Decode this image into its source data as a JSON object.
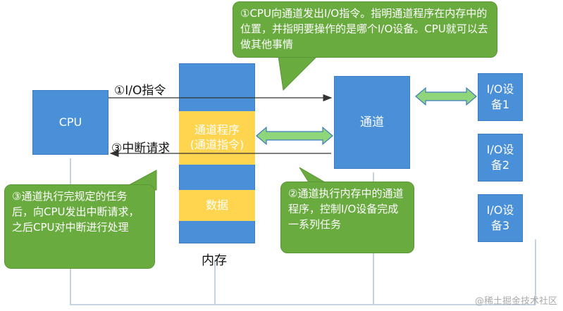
{
  "cpu": {
    "label": "CPU"
  },
  "memory": {
    "label": "内存",
    "channel_program": "通道程序\n(通道指令)",
    "data": "数据"
  },
  "channel": {
    "label": "通道"
  },
  "io_devices": [
    {
      "label": "I/O设\n备1"
    },
    {
      "label": "I/O设\n备2"
    },
    {
      "label": "I/O设\n备3"
    }
  ],
  "arrows": {
    "io_instruction": "①I/O指令",
    "interrupt_request": "③中断请求"
  },
  "callouts": {
    "step1": "①CPU向通道发出I/O指令。指明通道程序在内存中的位置，并指明要操作的是哪个I/O设备。CPU就可以去做其他事情",
    "step2": "②通道执行内存中的通道程序，控制I/O设备完成一系列任务",
    "step3": "③通道执行完规定的任务后，向CPU发出中断请求，之后CPU对中断进行处理"
  },
  "watermark": "@稀土掘金技术社区",
  "colors": {
    "box_blue": "#4a90d9",
    "yellow": "#ffd54f",
    "callout_green": "#6aab3f",
    "double_arrow_green": "#8fd67a"
  }
}
